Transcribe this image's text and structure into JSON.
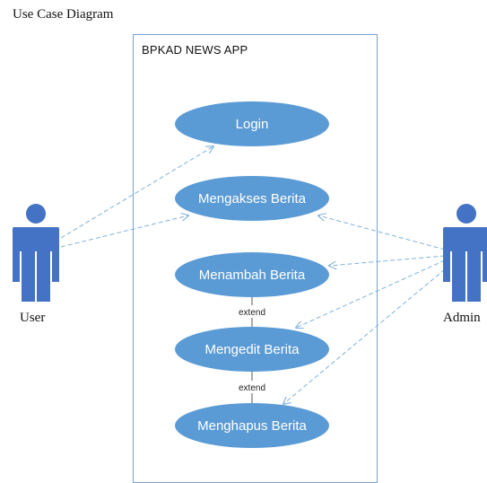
{
  "caption": "Use Case Diagram",
  "system": {
    "title": "BPKAD NEWS APP"
  },
  "actors": {
    "user": {
      "label": "User"
    },
    "admin": {
      "label": "Admin"
    }
  },
  "use_cases": {
    "login": "Login",
    "mengakses": "Mengakses Berita",
    "menambah": "Menambah Berita",
    "mengedit": "Mengedit Berita",
    "menghapus": "Menghapus Berita"
  },
  "relations": {
    "extend_1": "extend",
    "extend_2": "extend"
  },
  "colors": {
    "use_case_fill": "#5b9bd5",
    "actor_fill": "#4472c4",
    "association_line": "#7fb2d9",
    "system_border": "#7aa0cf"
  }
}
